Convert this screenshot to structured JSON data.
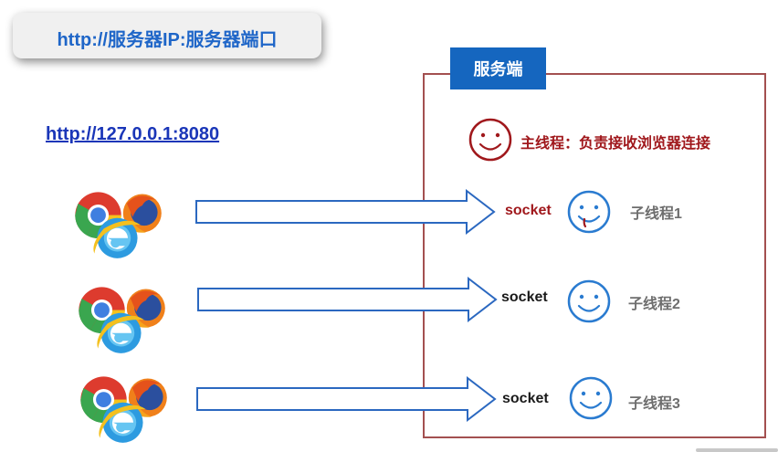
{
  "title": "http://服务器IP:服务器端口",
  "url": "http://127.0.0.1:8080",
  "server": {
    "label": "服务端",
    "main_thread": "主线程：负责接收浏览器连接"
  },
  "rows": [
    {
      "socket": "socket",
      "thread": "子线程1"
    },
    {
      "socket": "socket",
      "thread": "子线程2"
    },
    {
      "socket": "socket",
      "thread": "子线程3"
    }
  ],
  "colors": {
    "title_text": "#1f66c8",
    "server_label_bg": "#1566bf",
    "server_frame": "#a35050",
    "main_thread": "#a0181c",
    "socket_red": "#a0181c",
    "socket_dark": "#1a1a1a",
    "face_blue": "#2a7bd0",
    "face_red": "#a0181c",
    "arrow_stroke": "#2b68c0",
    "thread_text": "#6e6e6e"
  },
  "icons": {
    "browser": "browser-cluster-icon",
    "face_main": "smiley-face-red-icon",
    "face_thread": "smiley-face-blue-icon",
    "arrow": "right-arrow-icon"
  }
}
